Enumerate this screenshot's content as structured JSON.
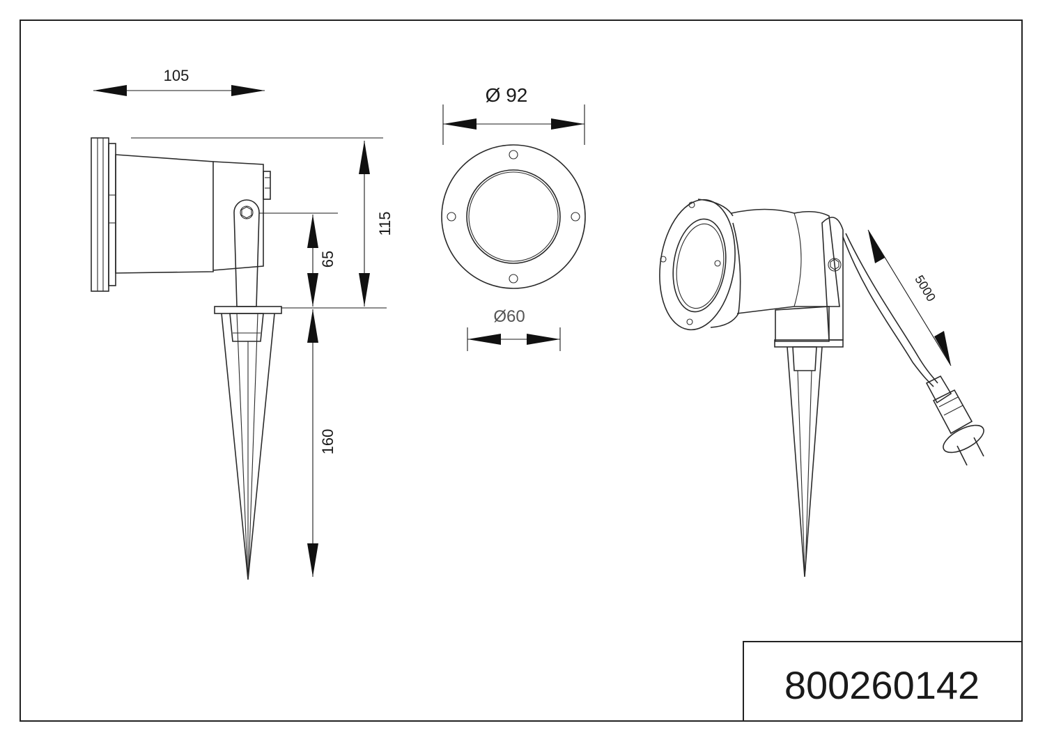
{
  "drawing": {
    "part_number": "800260142",
    "side_view": {
      "width_label": "105",
      "height_label": "115",
      "pivot_height_label": "65",
      "spike_length_label": "160"
    },
    "front_view": {
      "outer_diameter_label": "Ø 92",
      "inner_diameter_label": "Ø60"
    },
    "iso_view": {
      "cable_length_label": "5000"
    }
  }
}
